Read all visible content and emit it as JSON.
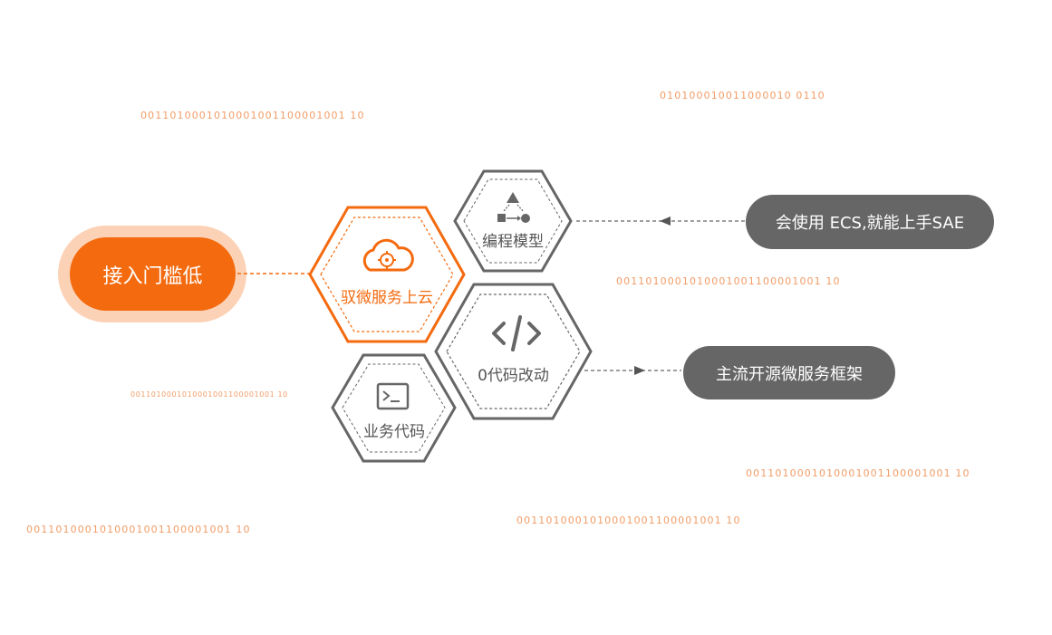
{
  "binary_strings": [
    "0011010001010001001100001001 10",
    "010100010011000010 0110",
    "0011010001010001001100001001 10",
    "0011010001010001001100001001 10",
    "0011010001010001001100001001 10",
    "0011010001010001001100001001 10",
    "0011010001010001001100001001 10"
  ],
  "left_pill": {
    "label": "接入门槛低"
  },
  "hexagons": {
    "main": {
      "label": "驭微服务上云",
      "icon": "cloud-gear-icon"
    },
    "programming": {
      "label": "编程模型",
      "icon": "shapes-flow-icon"
    },
    "zero_code": {
      "label": "0代码改动",
      "icon": "code-icon"
    },
    "business": {
      "label": "业务代码",
      "icon": "terminal-icon"
    }
  },
  "right_pills": {
    "ecs": "会使用 ECS,就能上手SAE",
    "oss": "主流开源微服务框架"
  },
  "colors": {
    "orange": "#f46a0e",
    "orange_light": "#fcd2b6",
    "gray": "#666666",
    "binary": "#f29c66"
  }
}
